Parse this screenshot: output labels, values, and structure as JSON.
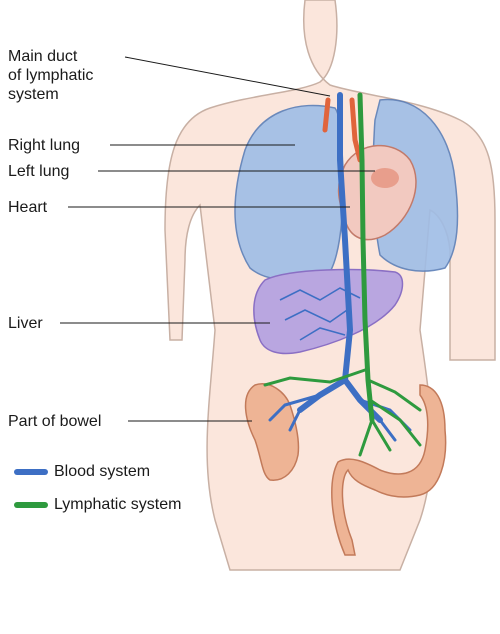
{
  "labels": {
    "main_duct": [
      "Main duct",
      "of lymphatic",
      "system"
    ],
    "right_lung": "Right lung",
    "left_lung": "Left lung",
    "heart": "Heart",
    "liver": "Liver",
    "bowel": "Part of bowel"
  },
  "legend": [
    {
      "label": "Blood system",
      "color": "#3d6fc4"
    },
    {
      "label": "Lymphatic system",
      "color": "#2e9a3e"
    }
  ],
  "colors": {
    "skin": "#fbe6dc",
    "skin_outline": "#c8b0a4",
    "lung": "#9fbde6",
    "liver": "#b9a6e0",
    "heart": "#f2c9c0",
    "bowel": "#eeb495",
    "blood": "#3d6fc4",
    "lymph": "#2e9a3e",
    "artery": "#e0643c"
  }
}
